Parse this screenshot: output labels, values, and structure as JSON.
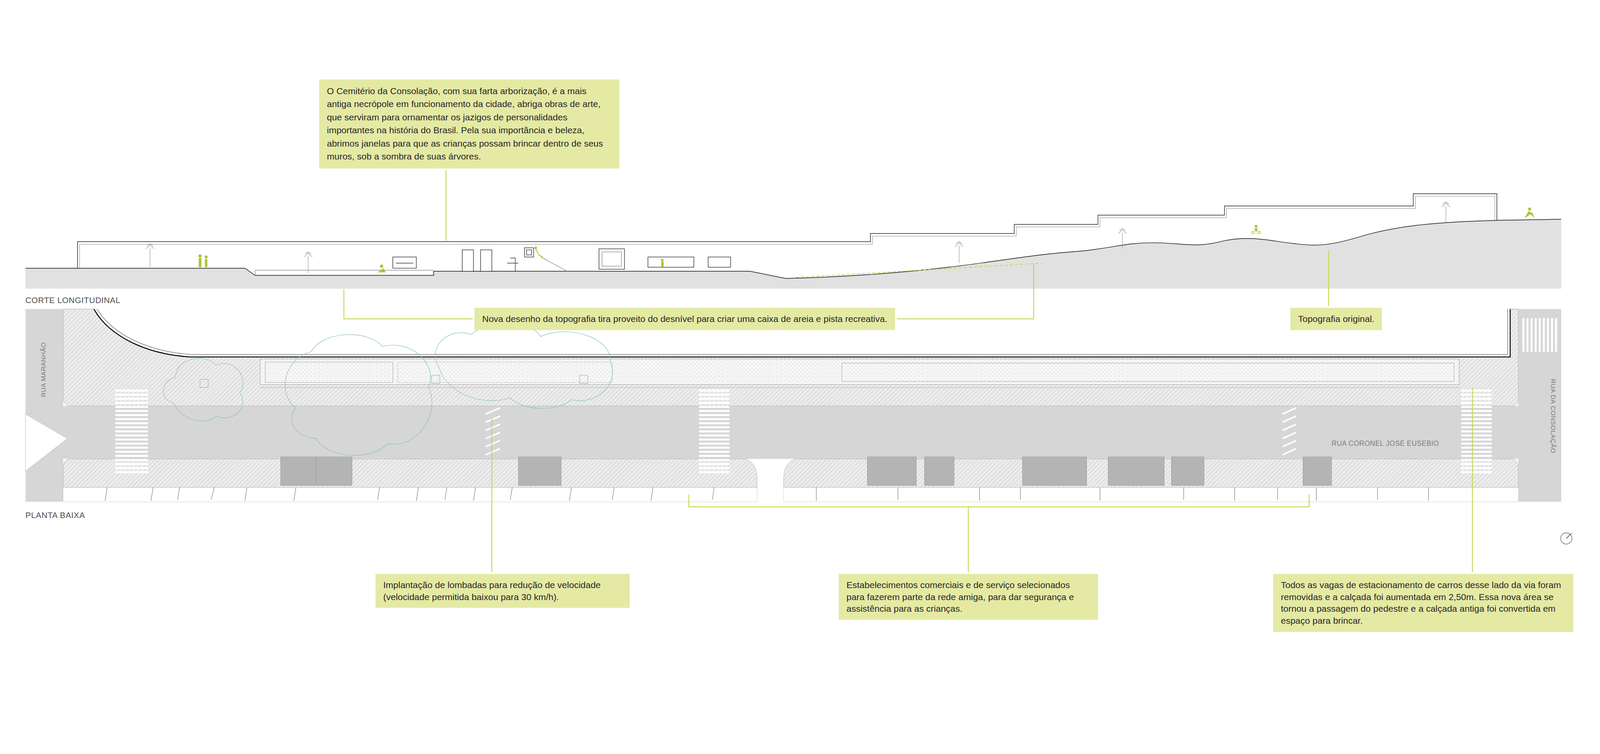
{
  "diagram": {
    "nodes": [
      {
        "text": [
          "O Cemitério da Consolação, com sua farta arborização, é a mais antiga necrópole em funcionamento da cidade, abriga obras de arte, que serviram para ornamentar os jazigos de personalidades importantes na história do Brasil. Pela sua importância e beleza, abrimos janelas para que as crianças possam brincar dentro de seus muros, sob a sombra de suas árvores."
        ]
      },
      {
        "text": [
          "Nova desenho da topografia tira proveito do desnível para criar uma caixa de areia e pista recreativa."
        ]
      },
      {
        "text": [
          "Topografia original."
        ]
      },
      {
        "text": [
          "Implantação de lombadas para redução de velocidade (velocidade permitida baixou para 30 km/h)."
        ]
      },
      {
        "text": [
          "Estabelecimentos comerciais e de serviço selecionados para fazerem parte da rede amiga, para dar segurança e assistência para as crianças."
        ]
      },
      {
        "text": [
          "Todos as vagas de estacionamento de carros desse lado da via foram removidas e a calçada foi aumentada em 2,50m. Essa nova área se tornou a passagem do pedestre e a calçada antiga foi convertida em espaço para brincar."
        ]
      }
    ],
    "labels": [
      "CORTE LONGITUDINAL",
      "RUA MARANHÃO",
      "RUA DA CONSOLAÇÃO",
      "RUA CORONEL JOSÉ EUSEBIO",
      "PLANTA BAIXA"
    ]
  }
}
